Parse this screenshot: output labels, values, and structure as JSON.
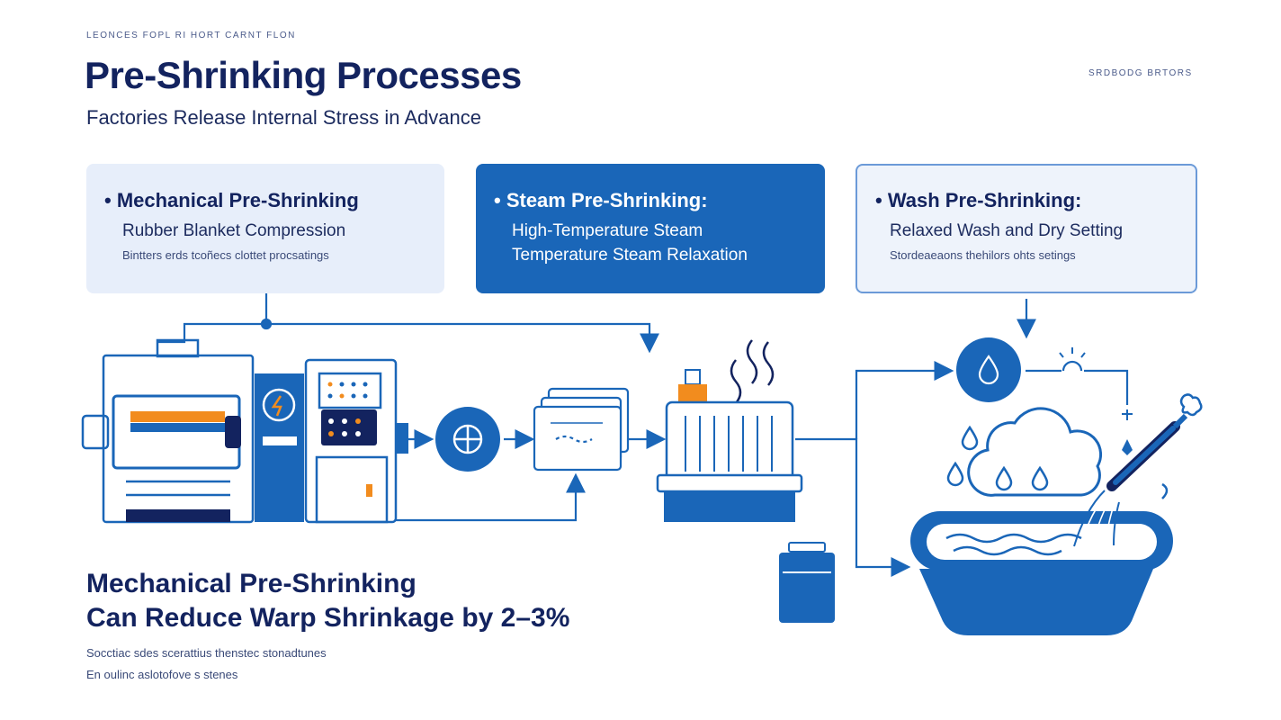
{
  "header": {
    "eyebrow": "LEONCES FOPL RI HORT CARNT FLON",
    "title": "Pre-Shrinking Processes",
    "subtitle": "Factories Release Internal Stress in Advance",
    "corner_tag": "SRDBODG BRTORS"
  },
  "cards": [
    {
      "heading": "• Mechanical Pre-Shrinking",
      "line1": "Rubber Blanket Compression",
      "line2": "Bintters erds tcoñecs clottet procsatings"
    },
    {
      "heading": "• Steam Pre-Shrinking:",
      "line1": "High-Temperature Steam",
      "line2": "Temperature Steam Relaxation"
    },
    {
      "heading": "• Wash Pre-Shrinking:",
      "line1": "Relaxed Wash and Dry Setting",
      "line2": "Stordeaeaons thehilors ohts setings"
    }
  ],
  "stat": {
    "line1": "Mechanical Pre-Shrinking",
    "line2": "Can Reduce Warp Shrinkage by 2–3%"
  },
  "notes": [
    "Socctiac sdes scerattius thenstec stonadtunes",
    "En oulinc aslotofove s stenes"
  ],
  "colors": {
    "navy": "#13235f",
    "blue": "#1a66b8",
    "light_blue": "#e7eefa",
    "orange": "#f28c1e"
  },
  "icons": [
    "press-machine-icon",
    "lightning-icon",
    "crosshair-icon",
    "fabric-panel-icon",
    "steam-box-icon",
    "water-drop-icon",
    "wash-tub-icon",
    "brush-icon",
    "bottle-icon"
  ]
}
